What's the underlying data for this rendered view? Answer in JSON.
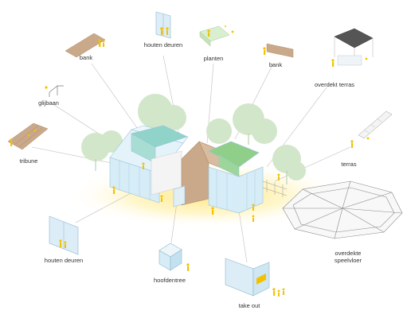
{
  "labels": {
    "houten_deuren_top": "houten deuren",
    "bank_left": "bank",
    "planten": "planten",
    "bank_right": "bank",
    "glijbaan": "glijbaan",
    "overdekt_terras": "overdekt terras",
    "tribune": "tribune",
    "terras": "terras",
    "houten_deuren_bottom": "houten deuren",
    "hoofdentree": "hoofdentree",
    "overdekte_speelvloer_1": "overdekte",
    "overdekte_speelvloer_2": "speelvloer",
    "take_out": "take out"
  },
  "colors": {
    "figure_yellow": "#f2c200",
    "glow": "#fff2b3",
    "glass": "#cfe6f3",
    "wood": "#c9a98a",
    "green_roof": "#8fcf8a",
    "teal_roof": "#8fd3c9",
    "tree": "#cfe3c7",
    "leader_line": "#b8b8b8"
  }
}
